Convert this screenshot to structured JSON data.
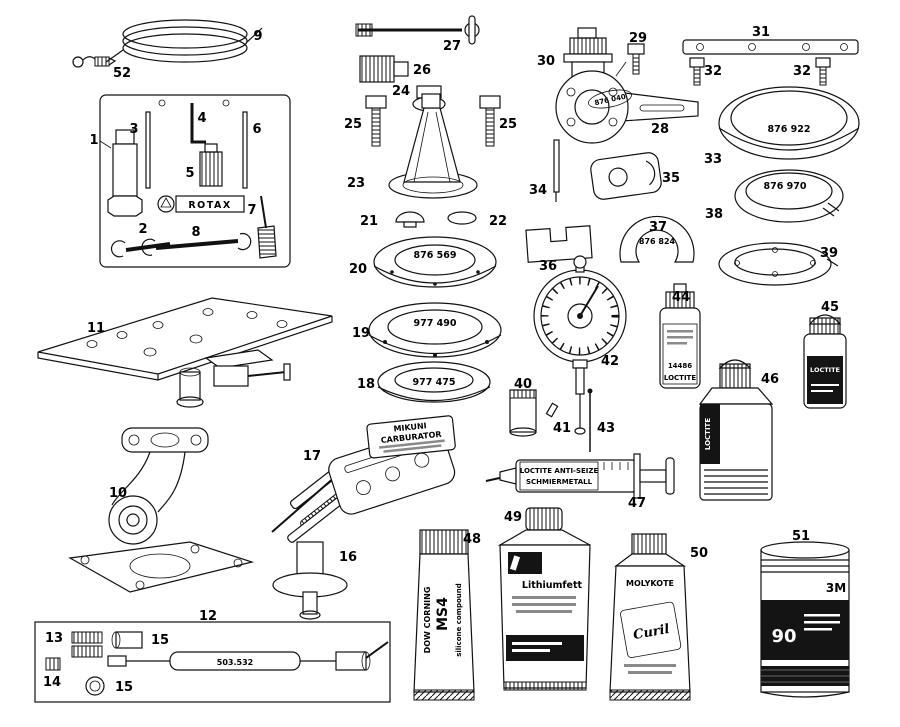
{
  "callouts": {
    "c1": "1",
    "c2": "2",
    "c3": "3",
    "c4": "4",
    "c5": "5",
    "c6": "6",
    "c7": "7",
    "c8": "8",
    "c9": "9",
    "c10": "10",
    "c11": "11",
    "c12": "12",
    "c13": "13",
    "c14": "14",
    "c15a": "15",
    "c15b": "15",
    "c16": "16",
    "c17": "17",
    "c18": "18",
    "c19": "19",
    "c20": "20",
    "c21": "21",
    "c22": "22",
    "c23": "23",
    "c24": "24",
    "c25a": "25",
    "c25b": "25",
    "c26": "26",
    "c27": "27",
    "c28": "28",
    "c29": "29",
    "c30": "30",
    "c31": "31",
    "c32a": "32",
    "c32b": "32",
    "c33": "33",
    "c34": "34",
    "c35": "35",
    "c36": "36",
    "c37": "37",
    "c38": "38",
    "c39": "39",
    "c40": "40",
    "c41": "41",
    "c42": "42",
    "c43": "43",
    "c44": "44",
    "c45": "45",
    "c46": "46",
    "c47": "47",
    "c48": "48",
    "c49": "49",
    "c50": "50",
    "c51": "51",
    "c52": "52"
  },
  "labels": {
    "rotax": "ROTAX",
    "mikuni1": "MIKUNI",
    "mikuni2": "CARBURATOR",
    "ring20": "876 569",
    "ring19": "977 490",
    "ring18": "977 475",
    "ring33": "876 922",
    "ring38": "876 970",
    "shim37": "876 824",
    "wrench28": "876 040",
    "cable12": "503.532",
    "bottle44_code": "14486",
    "bottle44_brand": "LOCTITE",
    "bottle45_brand": "LOCTITE",
    "bottle46_brand": "LOCTITE",
    "syringe47_line1": "LOCTITE ANTI-SEIZE",
    "syringe47_line2": "SCHMIERMETALL",
    "tube48_brand": "DOW CORNING",
    "tube48_product": "MS4",
    "tube48_desc": "silicone compound",
    "tube49_product": "Lithiumfett",
    "tube50_brand": "MOLYKOTE",
    "tube50_script": "Curil",
    "can51_brand": "3M",
    "can51_grade": "90"
  }
}
